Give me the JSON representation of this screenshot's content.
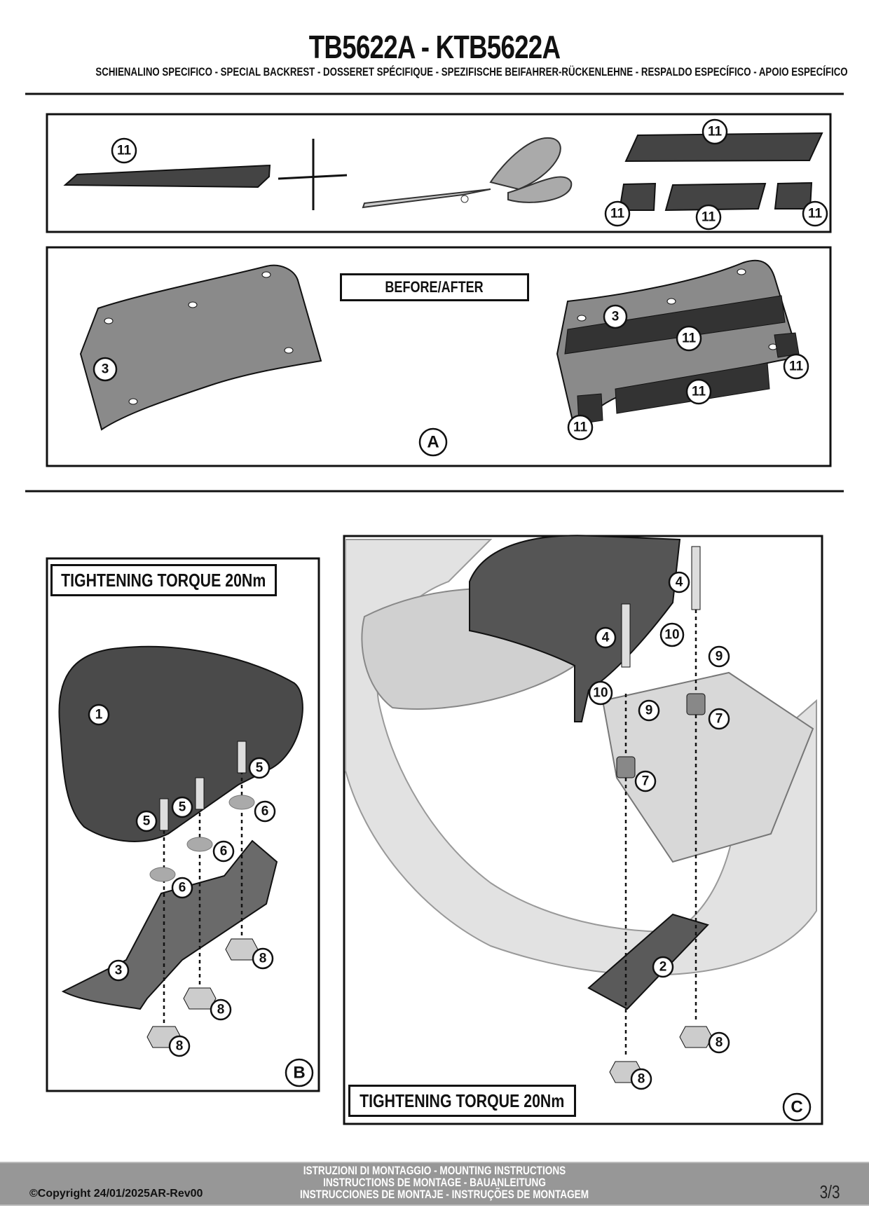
{
  "header": {
    "title": "TB5622A - KTB5622A",
    "subtitle": "SCHIENALINO SPECIFICO - SPECIAL BACKREST - DOSSERET SPÉCIFIQUE - SPEZIFISCHE BEIFAHRER-RÜCKENLEHNE - RESPALDO ESPECÍFICO - APOIO ESPECÍFICO"
  },
  "panel_cut": {
    "callouts": [
      "11",
      "11",
      "11",
      "11",
      "11"
    ]
  },
  "panel_a": {
    "before_after_label": "BEFORE/AFTER",
    "step_label": "A",
    "callouts": [
      "3",
      "3",
      "11",
      "11",
      "11",
      "11"
    ]
  },
  "panel_b": {
    "torque_label": "TIGHTENING TORQUE 20Nm",
    "step_label": "B",
    "callouts": [
      "1",
      "5",
      "5",
      "5",
      "6",
      "6",
      "6",
      "3",
      "8",
      "8",
      "8"
    ]
  },
  "panel_c": {
    "torque_label": "TIGHTENING TORQUE 20Nm",
    "step_label": "C",
    "callouts": [
      "4",
      "4",
      "10",
      "9",
      "10",
      "9",
      "7",
      "7",
      "2",
      "8",
      "8"
    ]
  },
  "footer": {
    "copyright": "©Copyright 24/01/2025AR-Rev00",
    "instructions": [
      "ISTRUZIONI DI MONTAGGIO  -  MOUNTING INSTRUCTIONS",
      "INSTRUCTIONS DE MONTAGE - BAUANLEITUNG",
      "INSTRUCCIONES DE MONTAJE - INSTRUÇÕES DE MONTAGEM"
    ],
    "page": "3/3"
  }
}
